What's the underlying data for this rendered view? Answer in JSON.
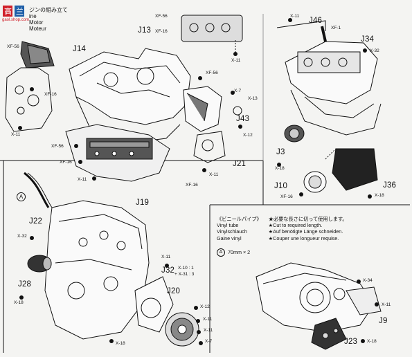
{
  "header": {
    "step_title": "ジンの組み立て",
    "lang_en": "ine",
    "lang_de": "Motor",
    "lang_fr": "Moteur"
  },
  "watermark": {
    "name": "高兰",
    "url": "gaol.shop.com"
  },
  "parts": {
    "J13": "J13",
    "J14": "J14",
    "J19": "J19",
    "J21": "J21",
    "J43": "J43",
    "J46": "J46",
    "J34": "J34",
    "J3": "J3",
    "J10": "J10",
    "J36": "J36",
    "J22": "J22",
    "J28": "J28",
    "J32": "J32",
    "J20": "J20",
    "J9": "J9",
    "J23": "J23"
  },
  "screws": {
    "xf56": "XF-56",
    "xf16": "XF-16",
    "x11": "X-11",
    "x7": "X-7",
    "x13": "X-13",
    "x12": "X-12",
    "xf1": "XF-1",
    "x32": "X-32",
    "x18": "X-18",
    "x34": "X-34",
    "x10": "X-10 : 1",
    "x31": "+ X-31 : 3"
  },
  "vinyl": {
    "title": "《ビニールパイプ》",
    "en": "Vinyl tube",
    "de": "Vinylschlauch",
    "fr": "Gaine vinyl",
    "jp_note": "★必要な長さに切って使用します。",
    "en_note": "★Cut to required length.",
    "de_note": "★Auf benötigte Länge schneiden.",
    "fr_note": "★Couper une longueur requise.",
    "marker": "A",
    "size": "70mm × 2"
  },
  "colors": {
    "ink": "#111111",
    "paper": "#f4f4f2",
    "logo_red": "#d0202a",
    "logo_blue": "#1f5fa8"
  }
}
